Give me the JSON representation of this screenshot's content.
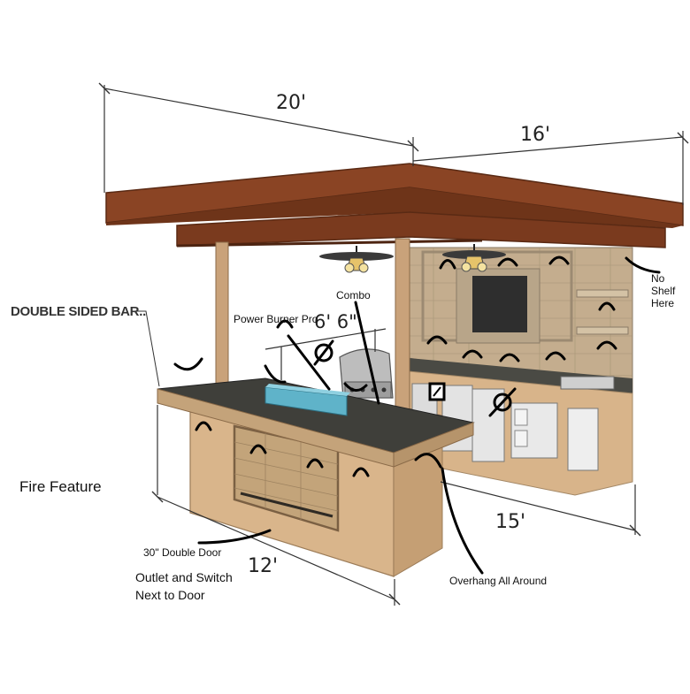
{
  "dimensions": {
    "top_left": "20'",
    "top_right": "16'",
    "bar_height": "6' 6\"",
    "bottom_right": "15'",
    "bottom_left": "12'"
  },
  "labels": {
    "double_sided_bar": "DOUBLE SIDED BAR..",
    "power_burner": "Power Burner Pro",
    "combo": "Combo",
    "no_shelf": "No Shelf\nHere",
    "fire_feature": "Fire Feature",
    "double_door": "30\" Double Door",
    "outlet_switch": "Outlet and Switch\nNext to Door",
    "overhang": "Overhang All Around"
  },
  "colors": {
    "roof_wood": "#7a3a1e",
    "roof_dark": "#5a2a14",
    "post": "#c9a27a",
    "stucco": "#d8b48a",
    "counter": "#3f3f3a",
    "stone": "#c4ad8e",
    "fire_glass": "#5fb3c9",
    "marker": "#000000"
  },
  "icons": [
    "ceiling-fan-icon",
    "grill-icon",
    "outlet-icon"
  ]
}
